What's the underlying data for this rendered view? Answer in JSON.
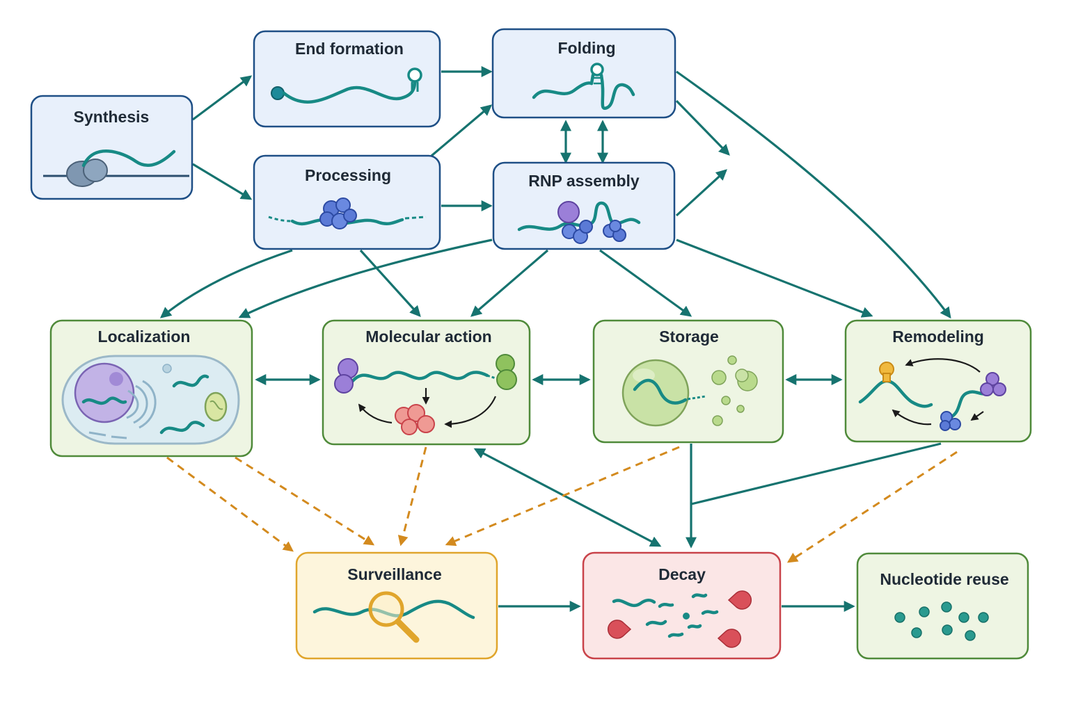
{
  "colors": {
    "blue_fill": "#e8f0fb",
    "blue_border": "#1e4f86",
    "green_fill": "#eef5e3",
    "green_border": "#4f8a3a",
    "yellow_fill": "#fdf5dc",
    "yellow_border": "#e0a52c",
    "red_fill": "#fbe6e6",
    "red_border": "#c9434a",
    "teal_arrow": "#16736f",
    "orange_dashed_arrow": "#d38a1e",
    "rna_strand": "#178a85"
  },
  "nodes": {
    "synthesis": {
      "label": "Synthesis",
      "icon": "polymerase-on-dna-icon"
    },
    "end_formation": {
      "label": "End formation",
      "icon": "capped-rna-with-hairpin-icon"
    },
    "folding": {
      "label": "Folding",
      "icon": "folded-rna-hairpin-icon"
    },
    "processing": {
      "label": "Processing",
      "icon": "spliceosome-on-rna-icon"
    },
    "rnp_assembly": {
      "label": "RNP assembly",
      "icon": "rna-protein-complex-icon"
    },
    "localization": {
      "label": "Localization",
      "icon": "cell-with-rna-icon"
    },
    "molecular_action": {
      "label": "Molecular action",
      "icon": "rna-protein-cycle-icon"
    },
    "storage": {
      "label": "Storage",
      "icon": "granule-droplet-icon"
    },
    "remodeling": {
      "label": "Remodeling",
      "icon": "protein-exchange-cycle-icon"
    },
    "surveillance": {
      "label": "Surveillance",
      "icon": "magnifier-on-rna-icon"
    },
    "decay": {
      "label": "Decay",
      "icon": "nuclease-fragments-icon"
    },
    "nucleotide_reuse": {
      "label": "Nucleotide reuse",
      "icon": "free-nucleotides-icon"
    }
  }
}
